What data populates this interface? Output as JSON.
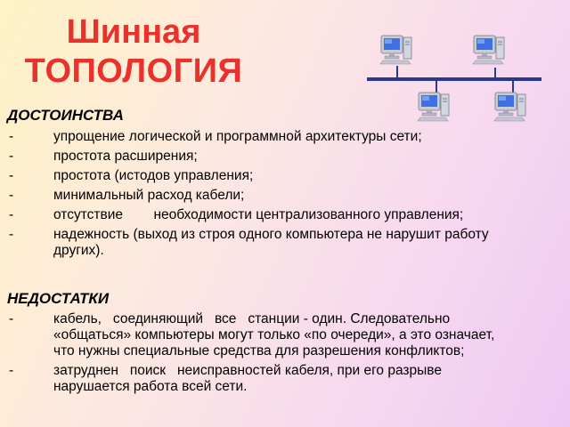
{
  "title": {
    "line1": "Шинная",
    "line2": "ТОПОЛОГИЯ"
  },
  "advantages": {
    "heading": "ДОСТОИНСТВА",
    "items": [
      "упрощение логической и программной архитектуры сети;",
      "простота расширения;",
      "простота (истодов управления;",
      "минимальный расход кабели;",
      "отсутствие        необходимости централизованного управления;",
      "надежность (выход из строя одного компьютера не нарушит работу других)."
    ]
  },
  "disadvantages": {
    "heading": "НЕДОСТАТКИ",
    "items": [
      "кабель,   соединяющий   все   станции - один. Следовательно «общаться» компьютеры могут только «по очереди», а это означает, что нужны специальные средства для разрешения конфликтов;",
      "затруднен   поиск   неисправностей кабеля, при его разрыве нарушается работа всей сети."
    ]
  },
  "colors": {
    "title": "#e8322b",
    "bus": "#2a3a8a",
    "monitor_frame": "#c9ccd6",
    "monitor_screen": "#3f6fe0"
  },
  "icons": [
    "computer-icon",
    "bus-cable"
  ]
}
